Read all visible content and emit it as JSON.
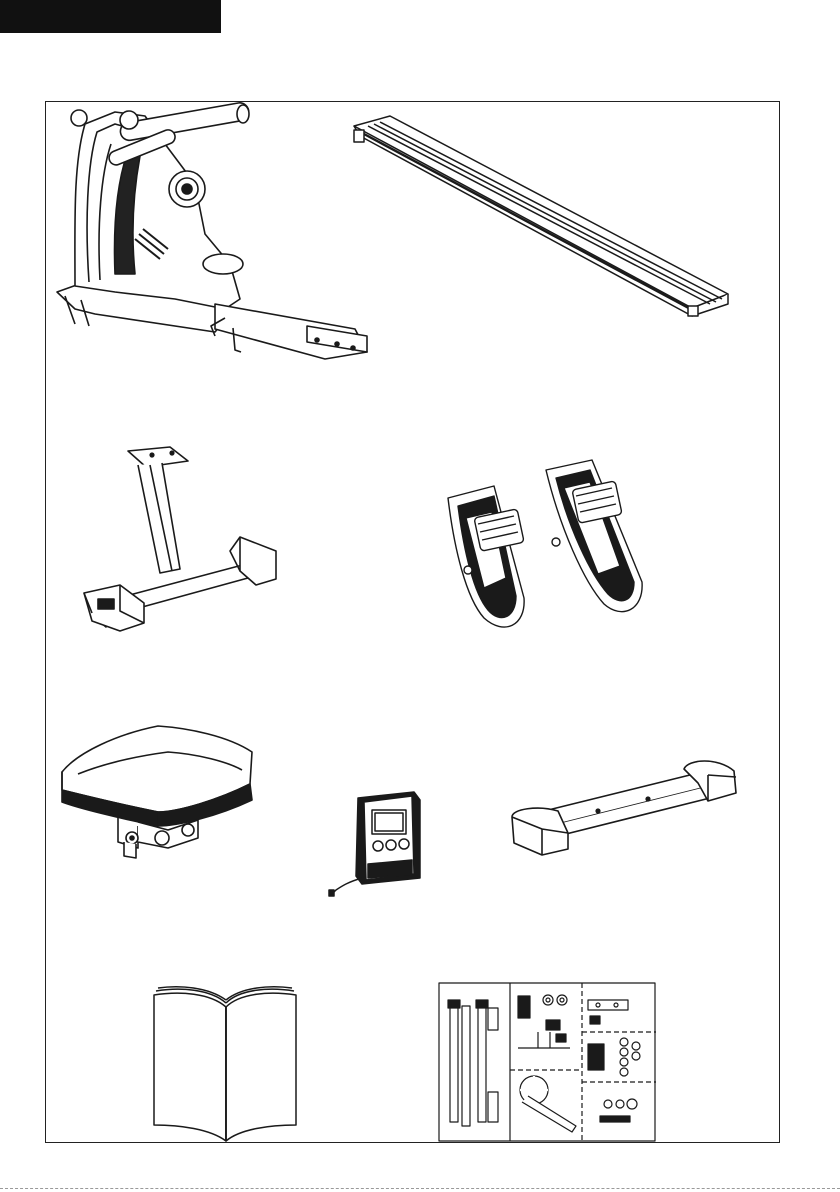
{
  "page": {
    "header_bar_color": "#111111",
    "frame_color": "#222222",
    "line_color": "#1a1a1a"
  },
  "parts": [
    {
      "id": "main-frame",
      "icon": "rower-main-frame-icon"
    },
    {
      "id": "slide-rail",
      "icon": "slide-rail-icon"
    },
    {
      "id": "rear-stabilizer",
      "icon": "rear-stabilizer-icon"
    },
    {
      "id": "pedals",
      "icon": "foot-pedals-icon"
    },
    {
      "id": "seat",
      "icon": "seat-icon"
    },
    {
      "id": "console",
      "icon": "console-icon"
    },
    {
      "id": "front-stabilizer",
      "icon": "front-stabilizer-icon"
    },
    {
      "id": "manual",
      "icon": "owners-manual-icon"
    },
    {
      "id": "hardware-pack",
      "icon": "hardware-pack-icon"
    }
  ]
}
